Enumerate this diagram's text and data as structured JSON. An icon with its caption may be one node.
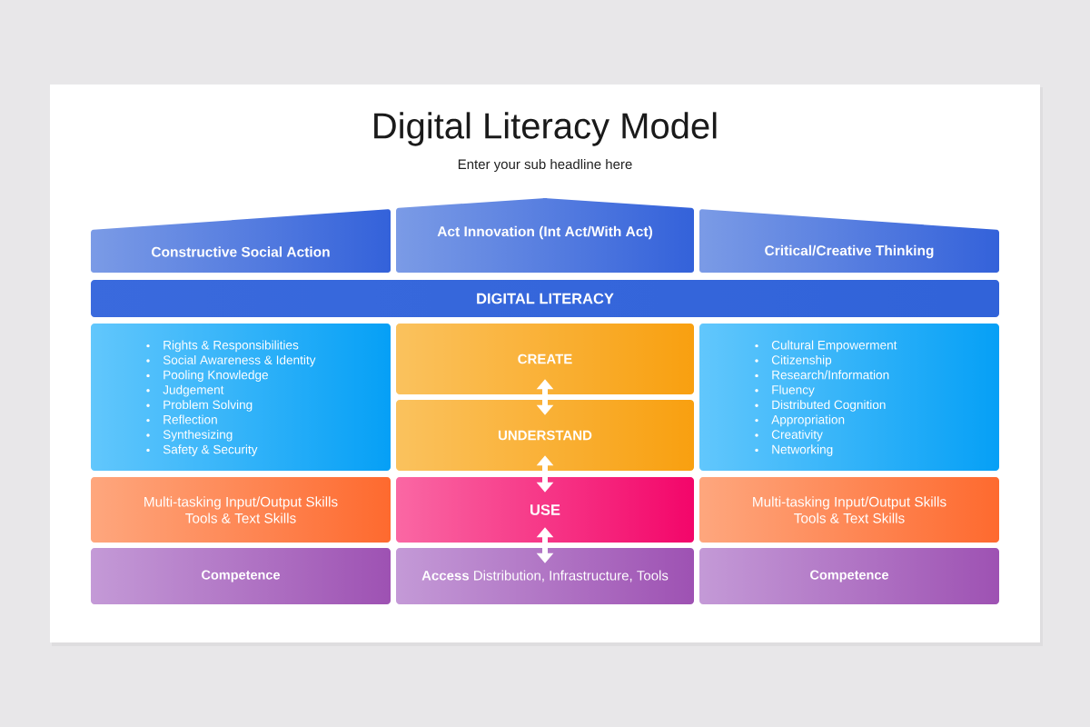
{
  "diagram": {
    "title": "Digital Literacy Model",
    "nodes": [
      {
        "text": [
          "Constructive Social Action"
        ]
      },
      {
        "text": [
          "Act Innovation (Int Act/With Act)"
        ]
      },
      {
        "text": [
          "Critical/Creative Thinking"
        ]
      },
      {
        "text": [
          "DIGITAL LITERACY"
        ]
      },
      {
        "text": [
          "Rights & Responsibilities",
          "Social Awareness & Identity",
          "Pooling Knowledge",
          "Judgement",
          "Problem Solving",
          "Reflection",
          "Synthesizing",
          "Safety & Security"
        ]
      },
      {
        "text": [
          "CREATE"
        ]
      },
      {
        "text": [
          "UNDERSTAND"
        ]
      },
      {
        "text": [
          "Cultural Empowerment",
          "Citizenship",
          "Research/Information",
          "Fluency",
          "Distributed Cognition",
          "Appropriation",
          "Creativity",
          "Networking"
        ]
      },
      {
        "text": [
          "Multi-tasking Input/Output Skills",
          "Tools & Text Skills"
        ]
      },
      {
        "text": [
          "USE"
        ]
      },
      {
        "text": [
          "Multi-tasking Input/Output Skills",
          "Tools & Text Skills"
        ]
      },
      {
        "text": [
          "Competence"
        ]
      },
      {
        "text": [
          "**Access** Distribution, Infrastructure, Tools"
        ]
      },
      {
        "text": [
          "Competence"
        ]
      }
    ],
    "edges": [
      {
        "from": 5,
        "to": 6,
        "arrow": "both"
      },
      {
        "from": 6,
        "to": 9,
        "arrow": "both"
      },
      {
        "from": 9,
        "to": 12,
        "arrow": "both"
      }
    ],
    "labels": [
      "Enter your sub headline here"
    ]
  }
}
